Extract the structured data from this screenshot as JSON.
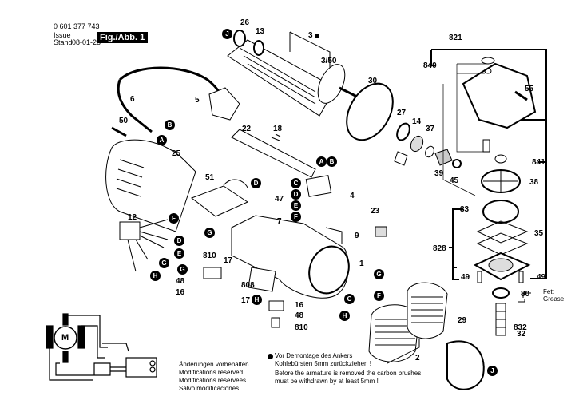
{
  "header": {
    "part_number": "0 601 377 743",
    "issue_label": "Issue",
    "stand_label": "Stand",
    "issue_value": "08-01-28",
    "figure_label": "Fig./Abb. 1"
  },
  "part_labels": {
    "p26": "26",
    "p13": "13",
    "p3": "3",
    "p3_50": "3/50",
    "p5": "5",
    "p6": "6",
    "p50": "50",
    "p30": "30",
    "p22": "22",
    "p18": "18",
    "p27": "27",
    "p14": "14",
    "p37": "37",
    "p39": "39",
    "p45": "45",
    "p25": "25",
    "p51": "51",
    "p47": "47",
    "p4": "4",
    "p7": "7",
    "p23": "23",
    "p9": "9",
    "p1": "1",
    "p12": "12",
    "p810a": "810",
    "p17a": "17",
    "p48a": "48",
    "p16a": "16",
    "p808": "808",
    "p17b": "17",
    "p16b": "16",
    "p48b": "48",
    "p810b": "810",
    "p2": "2",
    "p29": "29",
    "p821": "821",
    "p840": "840",
    "p55": "55",
    "p841": "841",
    "p38": "38",
    "p33": "33",
    "p35": "35",
    "p828": "828",
    "p49a": "49",
    "p49b": "49",
    "p80": "80",
    "p832": "832",
    "p32": "32"
  },
  "callouts": {
    "J": "J",
    "A": "A",
    "B": "B",
    "C": "C",
    "D": "D",
    "E": "E",
    "F": "F",
    "G": "G",
    "H": "H"
  },
  "grease": {
    "de": "Fett",
    "en": "Grease"
  },
  "motor_label": "M",
  "notes": {
    "modifications": [
      "Änderungen vorbehalten",
      "Modifications reserved",
      "Modifications reservees",
      "Salvo modificaciones"
    ],
    "armature_de_1": "Vor Demontage des Ankers",
    "armature_de_2": "Kohlebürsten 5mm zurückziehen !",
    "armature_en_1": "Before the armature is removed the carbon brushes",
    "armature_en_2": "must be withdrawn by at least 5mm !"
  }
}
